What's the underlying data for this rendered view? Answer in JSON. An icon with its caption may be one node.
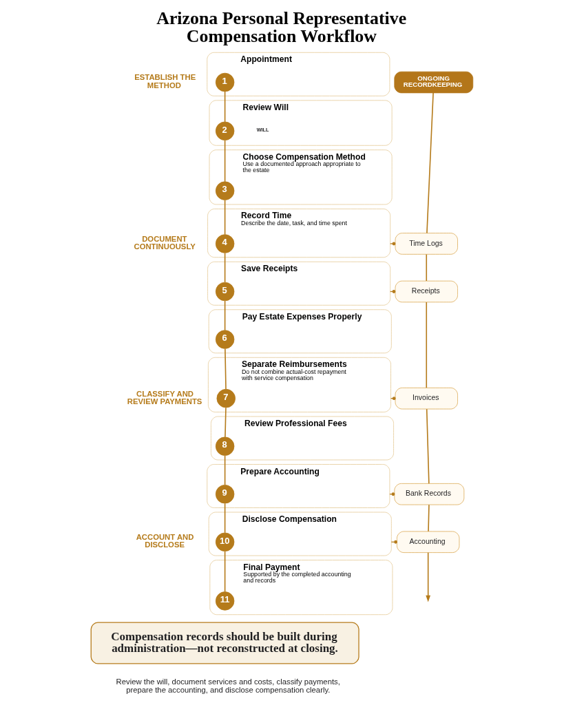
{
  "diagram": {
    "title": "Arizona Personal Representative Compensation Workflow",
    "caption": "Review the will, document services and costs, classify payments, prepare the accounting, and disclose compensation clearly.",
    "nodes": [
      {
        "text": [
          "Appointment"
        ]
      },
      {
        "text": [
          "1"
        ],
        "in": 0
      },
      {
        "text": [
          "Review Will"
        ]
      },
      {
        "text": [
          "2"
        ],
        "in": 2
      },
      {
        "text": [
          "Choose Compensation Method",
          "Use a documented approach appropriate to the estate"
        ]
      },
      {
        "text": [
          "3"
        ],
        "in": 4
      },
      {
        "text": [
          "Record Time",
          "Describe the date, task, and time spent"
        ]
      },
      {
        "text": [
          "4"
        ],
        "in": 6
      },
      {
        "text": [
          "Save Receipts"
        ]
      },
      {
        "text": [
          "5"
        ],
        "in": 8
      },
      {
        "text": [
          "Pay Estate Expenses Properly"
        ]
      },
      {
        "text": [
          "6"
        ],
        "in": 10
      },
      {
        "text": [
          "Separate Reimbursements",
          "Do not combine actual-cost repayment with service compensation"
        ]
      },
      {
        "text": [
          "7"
        ],
        "in": 12
      },
      {
        "text": [
          "Review Professional Fees"
        ]
      },
      {
        "text": [
          "8"
        ],
        "in": 14
      },
      {
        "text": [
          "Prepare Accounting"
        ]
      },
      {
        "text": [
          "9"
        ],
        "in": 16
      },
      {
        "text": [
          "Disclose Compensation"
        ]
      },
      {
        "text": [
          "10"
        ],
        "in": 18
      },
      {
        "text": [
          "Final Payment",
          "Supported by the completed accounting and records"
        ]
      },
      {
        "text": [
          "11"
        ],
        "in": 20
      },
      {
        "text": [
          "ONGOING RECORDKEEPING"
        ]
      },
      {
        "text": [
          "Time Logs"
        ]
      },
      {
        "text": [
          "Receipts"
        ]
      },
      {
        "text": [
          "Invoices"
        ]
      },
      {
        "text": [
          "Bank Records"
        ]
      },
      {
        "text": [
          "Accounting"
        ]
      },
      {
        "text": [
          "Compensation records should be built during administration—not reconstructed at closing."
        ]
      }
    ],
    "edges": [
      {
        "from": 1,
        "to": 3,
        "arrow": "none"
      },
      {
        "from": 3,
        "to": 5,
        "arrow": "none"
      },
      {
        "from": 5,
        "to": 7,
        "arrow": "none"
      },
      {
        "from": 7,
        "to": 9,
        "arrow": "none"
      },
      {
        "from": 9,
        "to": 11,
        "arrow": "none"
      },
      {
        "from": 11,
        "to": 13,
        "arrow": "none"
      },
      {
        "from": 13,
        "to": 15,
        "arrow": "none"
      },
      {
        "from": 15,
        "to": 17,
        "arrow": "none"
      },
      {
        "from": 17,
        "to": 19,
        "arrow": "none"
      },
      {
        "from": 19,
        "to": 21,
        "arrow": "none"
      },
      {
        "from": 22,
        "to": 23,
        "arrow": "none"
      },
      {
        "from": 23,
        "to": 24,
        "arrow": "none"
      },
      {
        "from": 24,
        "to": 25,
        "arrow": "none"
      },
      {
        "from": 25,
        "to": 26,
        "arrow": "none"
      },
      {
        "from": 26,
        "to": 27,
        "arrow": "none"
      },
      {
        "from": 27,
        "to": null,
        "arrow": "to"
      },
      {
        "from": 6,
        "to": 23,
        "arrow": "other",
        "style": "dashed"
      },
      {
        "from": 8,
        "to": 24,
        "arrow": "other",
        "style": "dashed"
      },
      {
        "from": 12,
        "to": 25,
        "arrow": "other",
        "style": "dashed"
      },
      {
        "from": 16,
        "to": 26,
        "arrow": "other",
        "style": "dashed"
      },
      {
        "from": 18,
        "to": 27,
        "arrow": "other",
        "style": "dashed"
      }
    ],
    "labels": [
      "ESTABLISH THE METHOD",
      "WILL",
      "DOCUMENT CONTINUOUSLY",
      "CLASSIFY AND REVIEW PAYMENTS",
      "ACCOUNT AND DISCLOSE"
    ]
  }
}
